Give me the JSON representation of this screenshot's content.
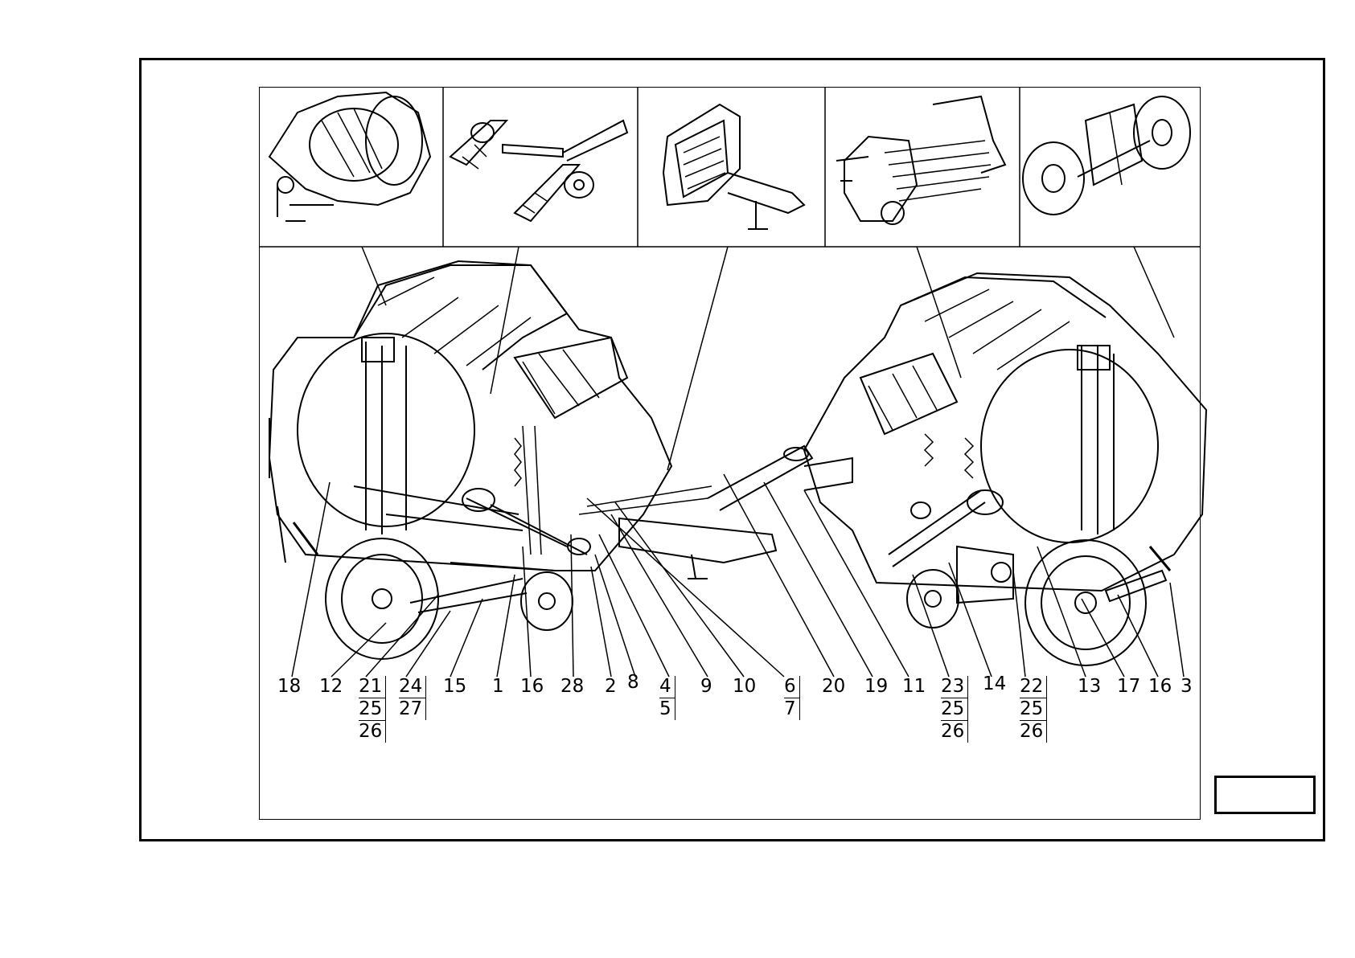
{
  "diagram": {
    "callouts_bottom": [
      {
        "id": "c18",
        "text": "18"
      },
      {
        "id": "c12",
        "text": "12"
      },
      {
        "id": "c15",
        "text": "15"
      },
      {
        "id": "c1",
        "text": "1"
      },
      {
        "id": "c16a",
        "text": "16"
      },
      {
        "id": "c28",
        "text": "28"
      },
      {
        "id": "c2",
        "text": "2"
      },
      {
        "id": "c8",
        "text": "8"
      },
      {
        "id": "c9",
        "text": "9"
      },
      {
        "id": "c10",
        "text": "10"
      },
      {
        "id": "c20",
        "text": "20"
      },
      {
        "id": "c19",
        "text": "19"
      },
      {
        "id": "c11",
        "text": "11"
      },
      {
        "id": "c14",
        "text": "14"
      },
      {
        "id": "c13",
        "text": "13"
      },
      {
        "id": "c17",
        "text": "17"
      },
      {
        "id": "c16b",
        "text": "16"
      },
      {
        "id": "c3",
        "text": "3"
      }
    ],
    "callout_groups": [
      {
        "id": "g21",
        "parts": [
          "21",
          "25",
          "26"
        ]
      },
      {
        "id": "g24",
        "parts": [
          "24",
          "27"
        ]
      },
      {
        "id": "g4",
        "parts": [
          "4",
          "5"
        ]
      },
      {
        "id": "g6",
        "parts": [
          "6",
          "7"
        ]
      },
      {
        "id": "g23",
        "parts": [
          "23",
          "25",
          "26"
        ]
      },
      {
        "id": "g22",
        "parts": [
          "22",
          "25",
          "26"
        ]
      }
    ],
    "detail_panels": [
      {
        "id": "p1",
        "icon": "pickup-reel-icon"
      },
      {
        "id": "p2",
        "icon": "chain-conveyor-icon"
      },
      {
        "id": "p3",
        "icon": "drawbar-frame-icon"
      },
      {
        "id": "p4",
        "icon": "roller-assembly-icon"
      },
      {
        "id": "p5",
        "icon": "wheel-axle-icon"
      }
    ]
  }
}
